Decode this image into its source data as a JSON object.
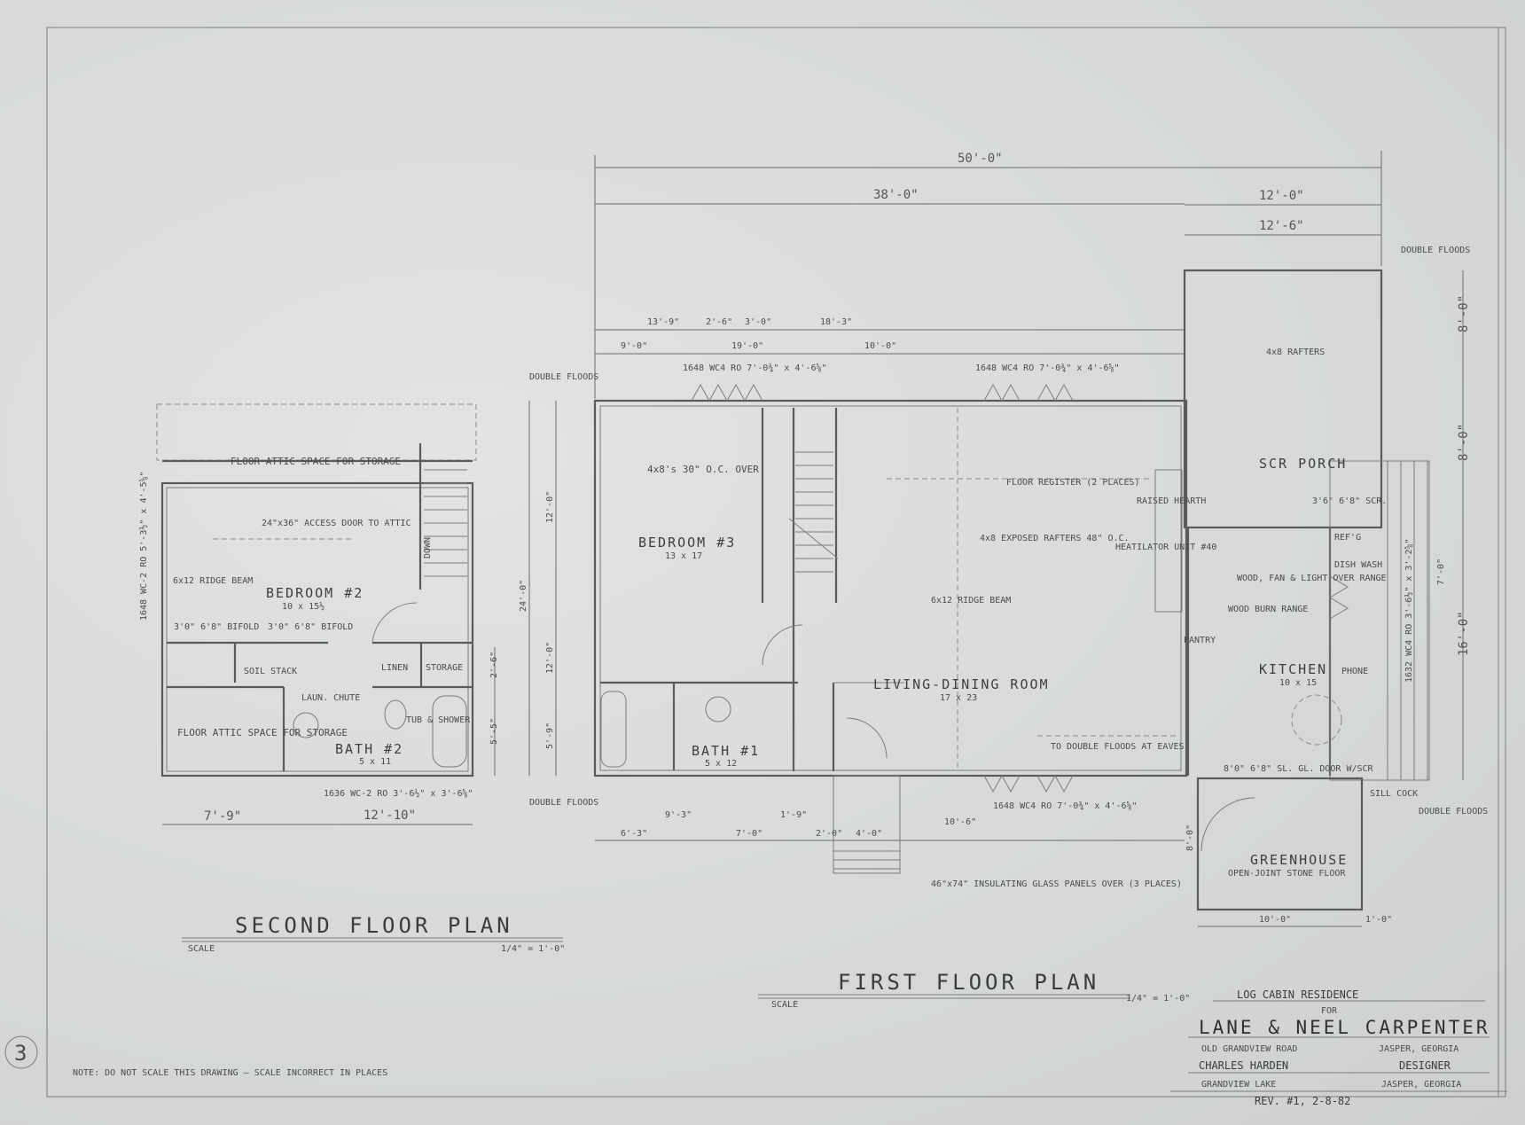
{
  "sheet_number": "3",
  "note": "NOTE: DO NOT SCALE THIS DRAWING — SCALE INCORRECT IN PLACES",
  "second_floor": {
    "title": "SECOND FLOOR PLAN",
    "scale_label": "SCALE",
    "scale_value": "1/4\" = 1'-0\"",
    "rooms": [
      {
        "name": "BEDROOM #2",
        "size": "10 x 15½"
      },
      {
        "name": "BATH #2",
        "size": "5 x 11"
      },
      {
        "name": "STORAGE"
      },
      {
        "name": "LINEN"
      },
      {
        "name": "TUB & SHOWER"
      }
    ],
    "notes": [
      "FLOOR ATTIC SPACE FOR STORAGE",
      "FLOOR ATTIC SPACE FOR STORAGE",
      "24\"x36\" ACCESS DOOR TO ATTIC",
      "6x12 RIDGE BEAM",
      "3'0\" 6'8\" BIFOLD",
      "3'0\" 6'8\" BIFOLD",
      "SOIL STACK",
      "LAUN. CHUTE",
      "DOWN",
      "1648 WC-2 RO 5'-3½\" x 4'-5⅝\"",
      "1636 WC-2 RO 3'-6½\" x 3'-6⅝\""
    ],
    "dimensions": [
      "7'-9\"",
      "12'-10\"",
      "2'-6\"",
      "5'-5\""
    ]
  },
  "first_floor": {
    "title": "FIRST FLOOR PLAN",
    "scale_label": "SCALE",
    "scale_value": "1/4\" = 1'-0\"",
    "rooms": [
      {
        "name": "BEDROOM #3",
        "size": "13 x 17"
      },
      {
        "name": "LIVING-DINING ROOM",
        "size": "17 x 23"
      },
      {
        "name": "BATH #1",
        "size": "5 x 12"
      },
      {
        "name": "KITCHEN",
        "size": "10 x 15"
      },
      {
        "name": "SCR PORCH"
      },
      {
        "name": "GREENHOUSE",
        "size": "OPEN-JOINT STONE FLOOR"
      }
    ],
    "notes": [
      "4x8's 30\" O.C. OVER",
      "4x8 EXPOSED RAFTERS 48\" O.C.",
      "FLOOR REGISTER (2 PLACES)",
      "6x12 RIDGE BEAM",
      "4x8 RAFTERS",
      "TO DOUBLE FLOODS AT EAVES",
      "DOUBLE FLOODS",
      "DOUBLE FLOODS",
      "DOUBLE FLOODS",
      "DOUBLE FLOODS",
      "REF'G",
      "DISH WASH",
      "PHONE",
      "WOOD BURN RANGE",
      "WOOD, FAN & LIGHT OVER RANGE",
      "PANTRY",
      "RAISED HEARTH",
      "HEATILATOR UNIT #40",
      "3'6\" 6'8\" SCR.",
      "8'0\" 6'8\" SL. GL. DOOR W/SCR",
      "SILL COCK",
      "46\"x74\" INSULATING GLASS PANELS OVER (3 PLACES)",
      "1648 WC4 RO 7'-0¾\" x 4'-6⅝\"",
      "1648 WC4 RO 7'-0¾\" x 4'-6⅝\"",
      "1632 WC4 RO 3'-6½\" x 3'-2⅝\""
    ],
    "dimensions": {
      "overall": "50'-0\"",
      "main": "38'-0\"",
      "porch": "12'-0\"",
      "porch_inner": "12'-6\"",
      "row1": [
        "13'-9\"",
        "2'-6\"",
        "3'-0\"",
        "18'-3\""
      ],
      "row2": [
        "9'-0\"",
        "19'-0\"",
        "10'-0\""
      ],
      "left": [
        "12'-0\"",
        "24'-0\"",
        "12'-0\"",
        "5'-9\""
      ],
      "right": [
        "8'-0\"",
        "8'-0\"",
        "7'-0\"",
        "16'-0\""
      ],
      "bottom": [
        "6'-3\"",
        "9'-3\"",
        "7'-0\"",
        "1'-9\"",
        "2'-0\"",
        "4'-0\"",
        "10'-6\"",
        "10'-0\"",
        "1'-0\"",
        "8'-0\""
      ]
    }
  },
  "title_block": {
    "project": "LOG CABIN RESIDENCE",
    "for": "FOR",
    "client": "LANE & NEEL CARPENTER",
    "address": "OLD GRANDVIEW ROAD",
    "address_city": "JASPER, GEORGIA",
    "designer_name": "CHARLES HARDEN",
    "designer_label": "DESIGNER",
    "designer_address": "GRANDVIEW LAKE",
    "designer_city": "JASPER, GEORGIA",
    "revision": "REV. #1, 2-8-82"
  }
}
